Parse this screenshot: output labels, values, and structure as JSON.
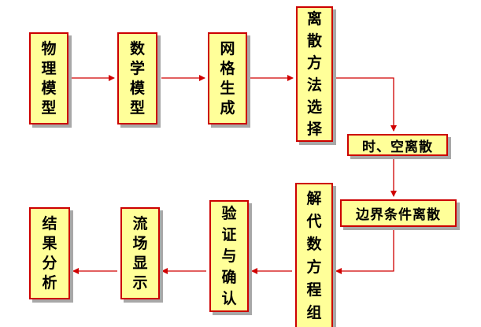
{
  "colors": {
    "box_fill": "#ffff99",
    "box_border": "#cc0000",
    "arrow": "#d00000",
    "shadow": "#a8a8a8"
  },
  "nodes": {
    "physical_model": "物理模型",
    "math_model": "数学模型",
    "mesh_generation": "网格生成",
    "discretization_method": "离散方法选择",
    "time_space_discretization": "时、空离散",
    "boundary_discretization": "边界条件离散",
    "solve_equations": "解代数方程组",
    "validation": "验证与确认",
    "flow_display": "流场显示",
    "result_analysis": "结果分析"
  }
}
